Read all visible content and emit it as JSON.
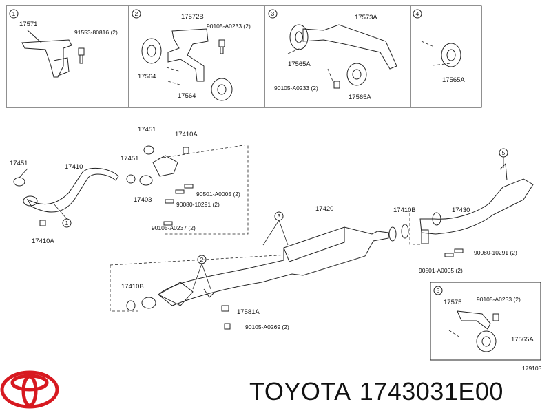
{
  "panels": [
    {
      "num": "1",
      "labels": [
        "17571",
        "91553-80816 (2)"
      ]
    },
    {
      "num": "2",
      "labels": [
        "17572B",
        "90105-A0233 (2)",
        "17564",
        "17564"
      ]
    },
    {
      "num": "3",
      "labels": [
        "17573A",
        "17565A",
        "90105-A0233 (2)",
        "17565A"
      ]
    },
    {
      "num": "4",
      "labels": [
        "17565A"
      ]
    }
  ],
  "main_labels": {
    "p17451a": "17451",
    "p17410": "17410",
    "p17410A_top": "17410A",
    "p17451b": "17451",
    "p17451c": "17451",
    "p17403": "17403",
    "b90501a": "90501-A0005 (2)",
    "b90080a": "90080-10291 (2)",
    "b90105a": "90105-A0237 (2)",
    "p17410A_bot": "17410A",
    "p17420": "17420",
    "p17410B_r": "17410B",
    "p17430": "17430",
    "b90080b": "90080-10291 (2)",
    "b90501b": "90501-A0005 (2)",
    "p17410B_l": "17410B",
    "p17581A": "17581A",
    "b90105b": "90105-A0269 (2)",
    "c1": "1",
    "c2": "2",
    "c3": "3",
    "c5": "5"
  },
  "panel5": {
    "num": "5",
    "labels": [
      "17575",
      "90105-A0233 (2)",
      "17565A"
    ]
  },
  "diagram_code": "179103",
  "brand": {
    "make": "TOYOTA",
    "part_number": "1743031E00"
  }
}
